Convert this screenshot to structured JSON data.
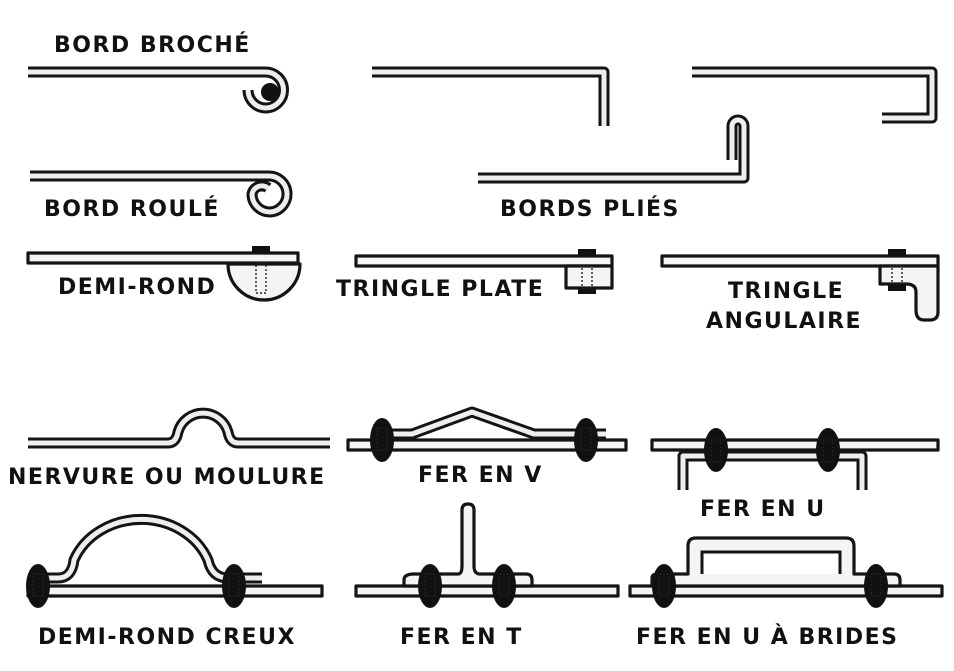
{
  "labels": {
    "bord_broche": "BORD BROCHÉ",
    "bord_roule": "BORD ROULÉ",
    "bords_plies": "BORDS PLIÉS",
    "demi_rond": "DEMI-ROND",
    "tringle_plate": "TRINGLE PLATE",
    "tringle_angulaire_1": "TRINGLE",
    "tringle_angulaire_2": "ANGULAIRE",
    "nervure": "NERVURE OU MOULURE",
    "fer_en_v": "FER EN V",
    "fer_en_u": "FER EN U",
    "demi_rond_creux": "DEMI-ROND CREUX",
    "fer_en_t": "FER EN T",
    "fer_en_u_brides": "FER EN U À BRIDES"
  }
}
